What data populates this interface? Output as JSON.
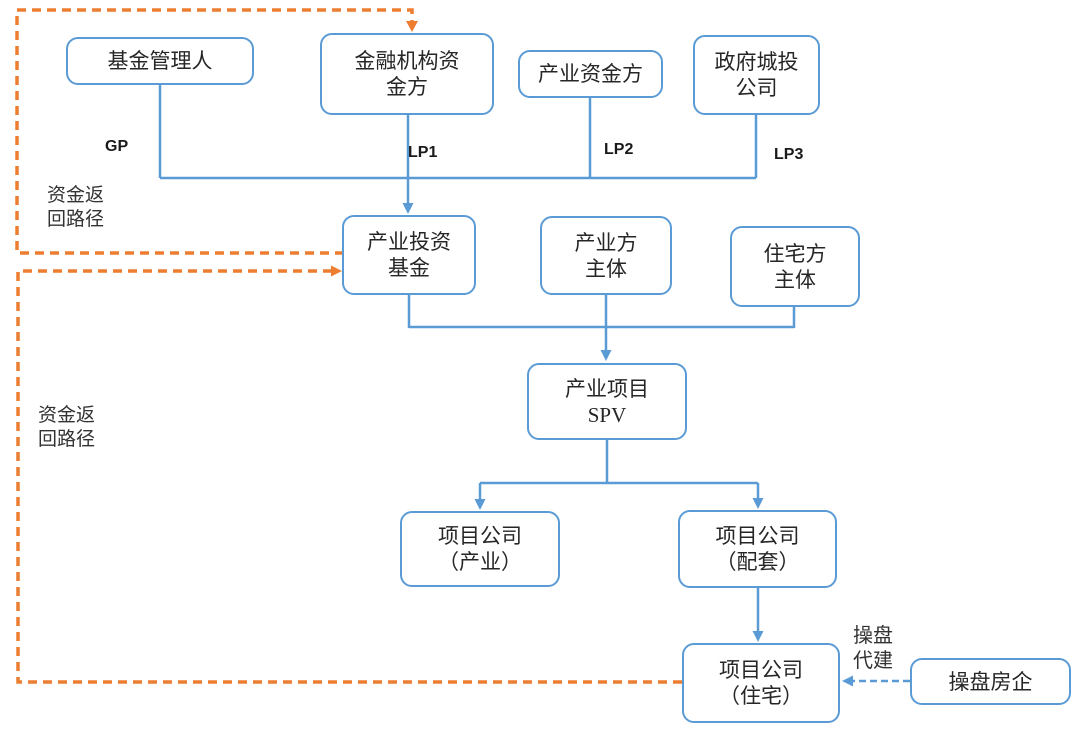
{
  "colors": {
    "blue": "#5B9BD5",
    "orange": "#ED7D31",
    "text": "#262626"
  },
  "nodes": {
    "fund_manager": {
      "label": "基金管理人"
    },
    "financial_institution": {
      "line1": "金融机构资",
      "line2": "金方"
    },
    "industry_capital": {
      "label": "产业资金方"
    },
    "government_lgfv": {
      "line1": "政府城投",
      "line2": "公司"
    },
    "industry_fund": {
      "line1": "产业投资",
      "line2": "基金"
    },
    "industry_entity": {
      "line1": "产业方",
      "line2": "主体"
    },
    "residential_entity": {
      "line1": "住宅方",
      "line2": "主体"
    },
    "industry_spv": {
      "line1": "产业项目",
      "line2": "SPV"
    },
    "project_industry": {
      "line1": "项目公司",
      "line2": "（产业）"
    },
    "project_support": {
      "line1": "项目公司",
      "line2": "（配套）"
    },
    "project_residential": {
      "line1": "项目公司",
      "line2": "（住宅）"
    },
    "operating_developer": {
      "label": "操盘房企"
    }
  },
  "edge_labels": {
    "gp": "GP",
    "lp1": "LP1",
    "lp2": "LP2",
    "lp3": "LP3"
  },
  "annotations": {
    "return_path_top": {
      "line1": "资金返",
      "line2": "回路径"
    },
    "return_path_bottom": {
      "line1": "资金返",
      "line2": "回路径"
    },
    "operate_build": {
      "line1": "操盘",
      "line2": "代建"
    }
  }
}
